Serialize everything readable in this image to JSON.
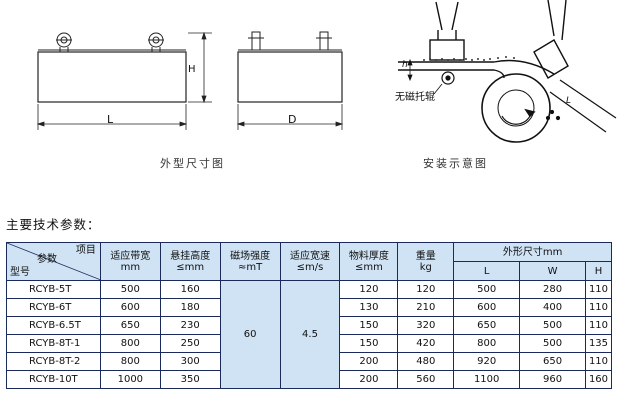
{
  "drawings": {
    "outline": {
      "caption": "外型尺寸图",
      "dim_L": "L",
      "dim_H": "H",
      "dim_D": "D"
    },
    "install": {
      "caption": "安装示意图",
      "roller_label": "无磁托辊",
      "label_h": "h",
      "label_L": "L"
    }
  },
  "section_title": "主要技术参数：",
  "table": {
    "corner": {
      "top": "项目",
      "middle": "参数",
      "bottom": "型号"
    },
    "headers": [
      {
        "line1": "适应带宽",
        "line2": "mm"
      },
      {
        "line1": "悬挂高度",
        "line2": "≤mm"
      },
      {
        "line1": "磁场强度",
        "line2": "≈mT"
      },
      {
        "line1": "适应宽速",
        "line2": "≤m/s"
      },
      {
        "line1": "物料厚度",
        "line2": "≤mm"
      },
      {
        "line1": "重量",
        "line2": "kg"
      }
    ],
    "dims_header": "外形尺寸mm",
    "dims_sub": [
      "L",
      "W",
      "H"
    ],
    "merged": {
      "field_strength": "60",
      "speed": "4.5"
    },
    "rows": [
      {
        "model": "RCYB-5T",
        "width": "500",
        "height": "160",
        "thickness": "120",
        "weight": "120",
        "L": "500",
        "W": "280",
        "H": "110"
      },
      {
        "model": "RCYB-6T",
        "width": "600",
        "height": "180",
        "thickness": "130",
        "weight": "210",
        "L": "600",
        "W": "400",
        "H": "110"
      },
      {
        "model": "RCYB-6.5T",
        "width": "650",
        "height": "230",
        "thickness": "150",
        "weight": "320",
        "L": "650",
        "W": "500",
        "H": "110"
      },
      {
        "model": "RCYB-8T-1",
        "width": "800",
        "height": "250",
        "thickness": "150",
        "weight": "420",
        "L": "800",
        "W": "500",
        "H": "135"
      },
      {
        "model": "RCYB-8T-2",
        "width": "800",
        "height": "300",
        "thickness": "200",
        "weight": "480",
        "L": "920",
        "W": "650",
        "H": "110"
      },
      {
        "model": "RCYB-10T",
        "width": "1000",
        "height": "350",
        "thickness": "200",
        "weight": "560",
        "L": "1100",
        "W": "960",
        "H": "160"
      }
    ]
  }
}
